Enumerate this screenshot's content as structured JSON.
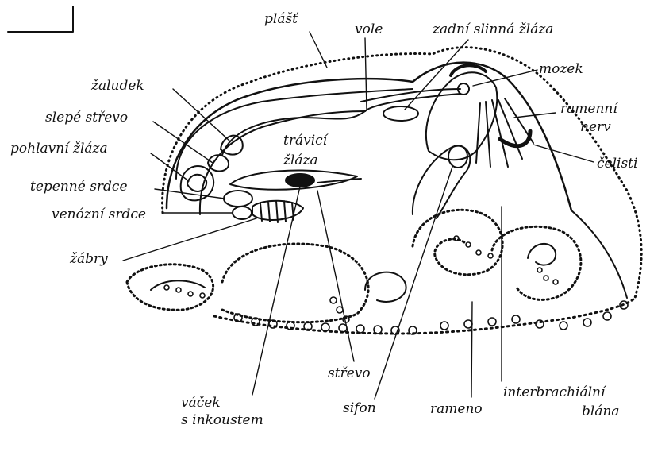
{
  "diagram": {
    "labels": {
      "plast": "plášť",
      "vole": "vole",
      "zadni_slinna_zlaza": "zadní slinná žláza",
      "mozek": "mozek",
      "ramenni_nerv_1": "ramenní",
      "ramenni_nerv_2": "nerv",
      "celisti": "čelisti",
      "zaludek": "žaludek",
      "slepe_strevo": "slepé střevo",
      "pohlavni_zlaza": "pohlavní žláza",
      "travici_zlaza_1": "trávicí",
      "travici_zlaza_2": "žláza",
      "tepenne_srdce": "tepenné srdce",
      "venozni_srdce": "venózní srdce",
      "zabry": "žábry",
      "strevo": "střevo",
      "vacek_1": "váček",
      "vacek_2": "s inkoustem",
      "sifon": "sifon",
      "rameno": "rameno",
      "interbrachialni_1": "interbrachiální",
      "interbrachialni_2": "blána"
    }
  }
}
